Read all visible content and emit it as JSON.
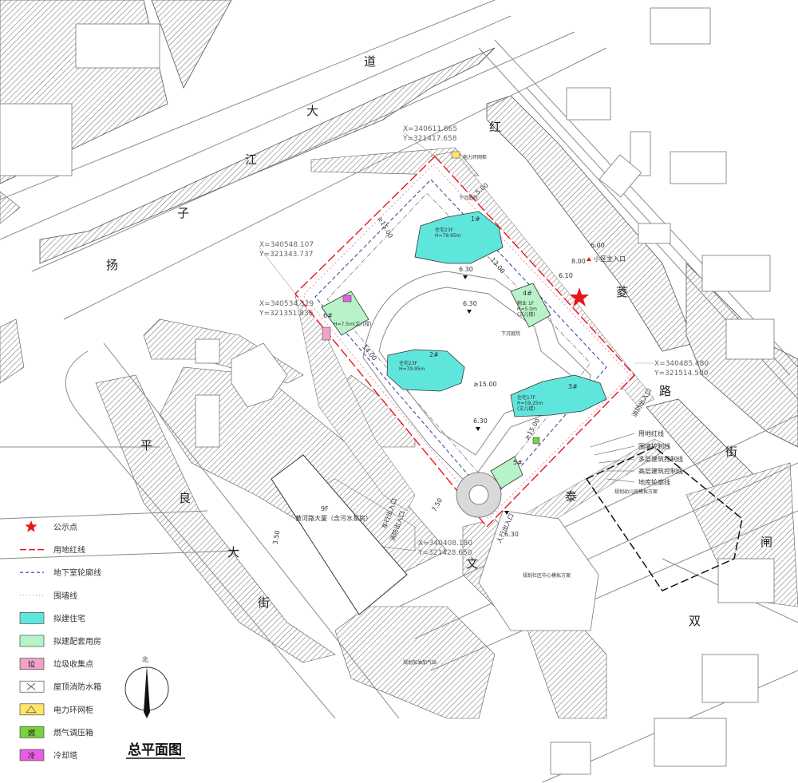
{
  "roads": {
    "yangzijiang": [
      "扬",
      "子",
      "江",
      "大",
      "道"
    ],
    "hongling": [
      "红",
      "菱",
      "路"
    ],
    "pingliang": [
      "平",
      "良",
      "大",
      "街"
    ],
    "wentai": [
      "文",
      "泰"
    ],
    "shuangzha": [
      "街",
      "闸",
      "双"
    ]
  },
  "coordinates": {
    "top": [
      "X=340611.665",
      "Y=321417.658"
    ],
    "upper_left": [
      "X=340548.107",
      "Y=321343.737"
    ],
    "left": [
      "X=340534.329",
      "Y=321351.836"
    ],
    "right": [
      "X=340485.480",
      "Y=321514.500"
    ],
    "bottom": [
      "X=340408.180",
      "Y=321428.650"
    ]
  },
  "buildings": {
    "b1": {
      "num": "1#",
      "label": "住宅23F",
      "height": "H=79.95m"
    },
    "b2": {
      "num": "2#",
      "label": "住宅23F",
      "height": "H=79.95m"
    },
    "b3": {
      "num": "3#",
      "label": "住宅17F",
      "height": "H=59.25m",
      "note": "(文儿楼)"
    },
    "b4": {
      "num": "4#",
      "label": "物业 1F",
      "height": "H=5.0m",
      "note": "(文儿楼)"
    },
    "b5": {
      "num": "5#"
    },
    "b6": {
      "num": "6#",
      "height": "H=7.5m(文儿楼)"
    },
    "huanghe": {
      "floors": "9F",
      "name": "黄河路大厦（含污水泵房）"
    }
  },
  "site_labels": {
    "main_entrance": "小区主入口",
    "fire_entrance_right": "消防出入口",
    "fire_entrance_left": "消防出入口",
    "car_entrance": "车行出入口",
    "pedestrian_entrance": "人行出入口",
    "down_ramp_top": "下沉庭院",
    "down_ramp_mid": "下沉庭院",
    "power_box": "电力环网柜",
    "plan_school": "规划幼儿园模拟方案",
    "plan_center": "规划社区中心模拟方案",
    "plan_gas": "规划加油加气站"
  },
  "elevations": [
    "6.30",
    "6.30",
    "6.30",
    "6.30"
  ],
  "dimensions": {
    "d600": "6.00",
    "d800": "8.00",
    "d610": "6.10",
    "d1500_top": "≥15.00",
    "d1500_mid": "≥15.00",
    "d1500_right": "≥15.00",
    "d1300": "13.00",
    "d1400": "14.00",
    "d350": "3.50",
    "d750": "7.50",
    "d500": "5.00"
  },
  "site_line_legend": [
    "用地红线",
    "围墙控制线",
    "多层建筑控制线",
    "高层建筑控制线",
    "地库轮廓线"
  ],
  "legend": [
    {
      "label": "公示点",
      "symbol": "star",
      "color": "#e8141b"
    },
    {
      "label": "用地红线",
      "symbol": "red-dash",
      "color": "#e8141b"
    },
    {
      "label": "地下室轮廓线",
      "symbol": "blue-dash",
      "color": "#2a3f9a"
    },
    {
      "label": "围墙线",
      "symbol": "pink-dot",
      "color": "#e889b8"
    },
    {
      "label": "拟建住宅",
      "symbol": "fill",
      "color": "#5fe6dc"
    },
    {
      "label": "拟建配套用房",
      "symbol": "fill",
      "color": "#b7f2c8"
    },
    {
      "label": "垃圾收集点",
      "symbol": "text-box",
      "text": "垃",
      "color": "#f2a1c8"
    },
    {
      "label": "屋顶消防水箱",
      "symbol": "cross-box",
      "color": "#ffffff"
    },
    {
      "label": "电力环网柜",
      "symbol": "triangle-box",
      "color": "#ffe56e"
    },
    {
      "label": "燃气调压箱",
      "symbol": "text-box",
      "text": "燃",
      "color": "#7bd13f"
    },
    {
      "label": "冷却塔",
      "symbol": "text-box",
      "text": "冷",
      "color": "#e85ee0"
    }
  ],
  "north": "北",
  "title": "总平面图",
  "colors": {
    "red_line": "#e8141b",
    "basement": "#2a3f9a",
    "residential": "#5fe6dc",
    "support": "#b7f2c8",
    "road_line": "#7a7a7a"
  }
}
